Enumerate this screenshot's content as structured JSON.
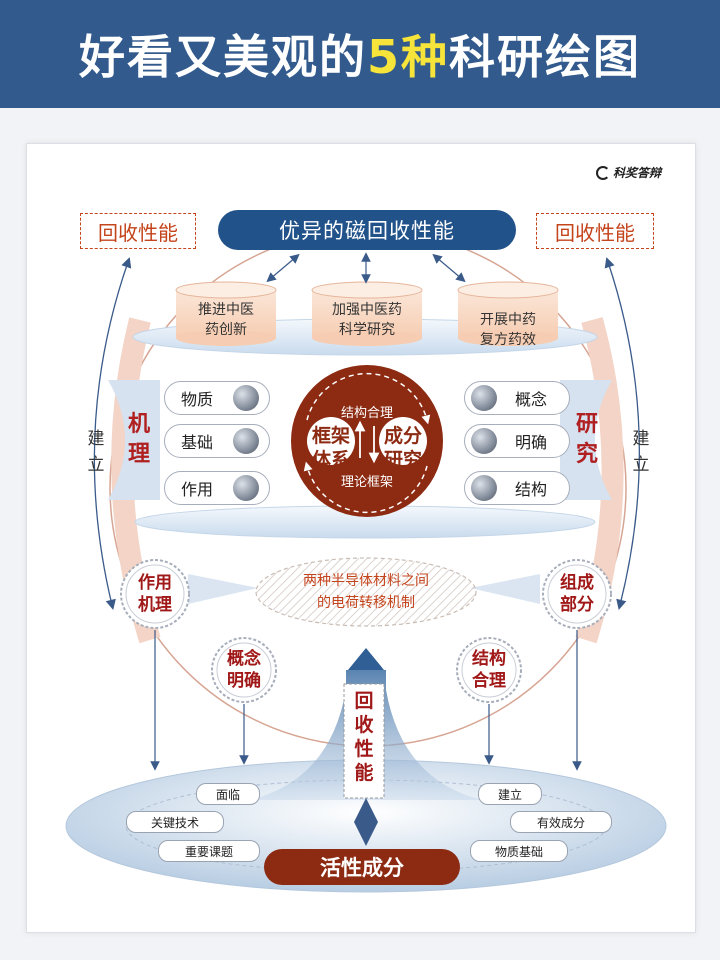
{
  "banner": {
    "title_part1": "好看又美观的",
    "title_highlight": "5种",
    "title_part2": "科研绘图"
  },
  "brand": {
    "name": "科奖答辩"
  },
  "diagram": {
    "side_top_left": "回收性能",
    "side_top_right": "回收性能",
    "top_title": "优异的磁回收性能",
    "cylinders": [
      {
        "line1": "推进中医",
        "line2": "药创新"
      },
      {
        "line1": "加强中医药",
        "line2": "科学研究"
      },
      {
        "line1": "开展中药",
        "line2": "复方药效"
      }
    ],
    "left_items": [
      "物质",
      "基础",
      "作用"
    ],
    "right_items": [
      "概念",
      "明确",
      "结构"
    ],
    "left_word": "机理",
    "right_word": "研究",
    "left_vertical": "建立",
    "right_vertical": "建立",
    "center": {
      "top": "结构合理",
      "bottom": "理论框架",
      "left": "框架体系",
      "right": "成分研究"
    },
    "mechanism": {
      "line1": "两种半导体材料之间",
      "line2": "的电荷转移机制"
    },
    "nodes": {
      "left_outer": "作用机理",
      "right_outer": "组成部分",
      "left_inner": "概念明确",
      "right_inner": "结构合理"
    },
    "arrow_label": "回收性能",
    "bottom_left": [
      "面临",
      "关键技术",
      "重要课题"
    ],
    "bottom_right": [
      "建立",
      "有效成分",
      "物质基础"
    ],
    "bottom_title": "活性成分"
  },
  "colors": {
    "banner": "#325a8c",
    "navy": "#22528a",
    "brown": "#8c2a12",
    "red": "#c4441c"
  }
}
